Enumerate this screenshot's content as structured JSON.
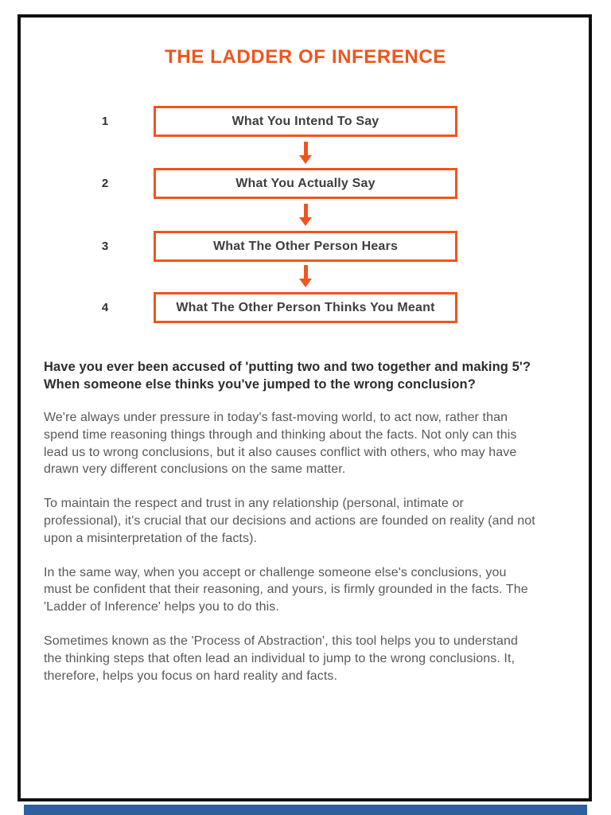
{
  "page": {
    "title": "THE LADDER OF INFERENCE"
  },
  "ladder": {
    "steps": [
      {
        "number": "1",
        "label": "What You Intend To Say"
      },
      {
        "number": "2",
        "label": "What You Actually Say"
      },
      {
        "number": "3",
        "label": "What The Other Person Hears"
      },
      {
        "number": "4",
        "label": "What The Other Person Thinks You Meant"
      }
    ]
  },
  "body": {
    "intro_bold": [
      "Have you ever been accused of 'putting two and two together and making 5'?",
      "When someone else thinks you've jumped to the wrong conclusion?"
    ],
    "paragraphs": [
      [
        "We're always under pressure in today's fast-moving world, to act now, rather than",
        "spend time reasoning things through and thinking about the facts. Not only can this",
        "lead us to wrong conclusions, but it also causes conflict with others, who may have",
        "drawn very different conclusions on the same matter."
      ],
      [
        "To maintain the respect and trust in any relationship (personal, intimate or",
        "professional), it's crucial that our decisions and actions are founded on reality (and not",
        "upon a misinterpretation of the facts)."
      ],
      [
        "In the same way, when you accept or challenge someone else's conclusions, you",
        "must be confident that their reasoning, and yours, is firmly grounded in the facts. The",
        "'Ladder of Inference' helps you to do this."
      ],
      [
        "Sometimes known as the 'Process of Abstraction', this tool helps you to understand",
        "the thinking steps that often lead an individual to jump to the wrong conclusions. It,",
        "therefore, helps you focus on hard reality and facts."
      ]
    ]
  },
  "colors": {
    "accent": "#F0551D",
    "frame": "#101010",
    "heading_text": "#2D2D2D",
    "body_text": "#58585A",
    "box_text": "#3E3E3E",
    "number_text": "#2F2F2F",
    "next_page": "#2E5F9E"
  }
}
